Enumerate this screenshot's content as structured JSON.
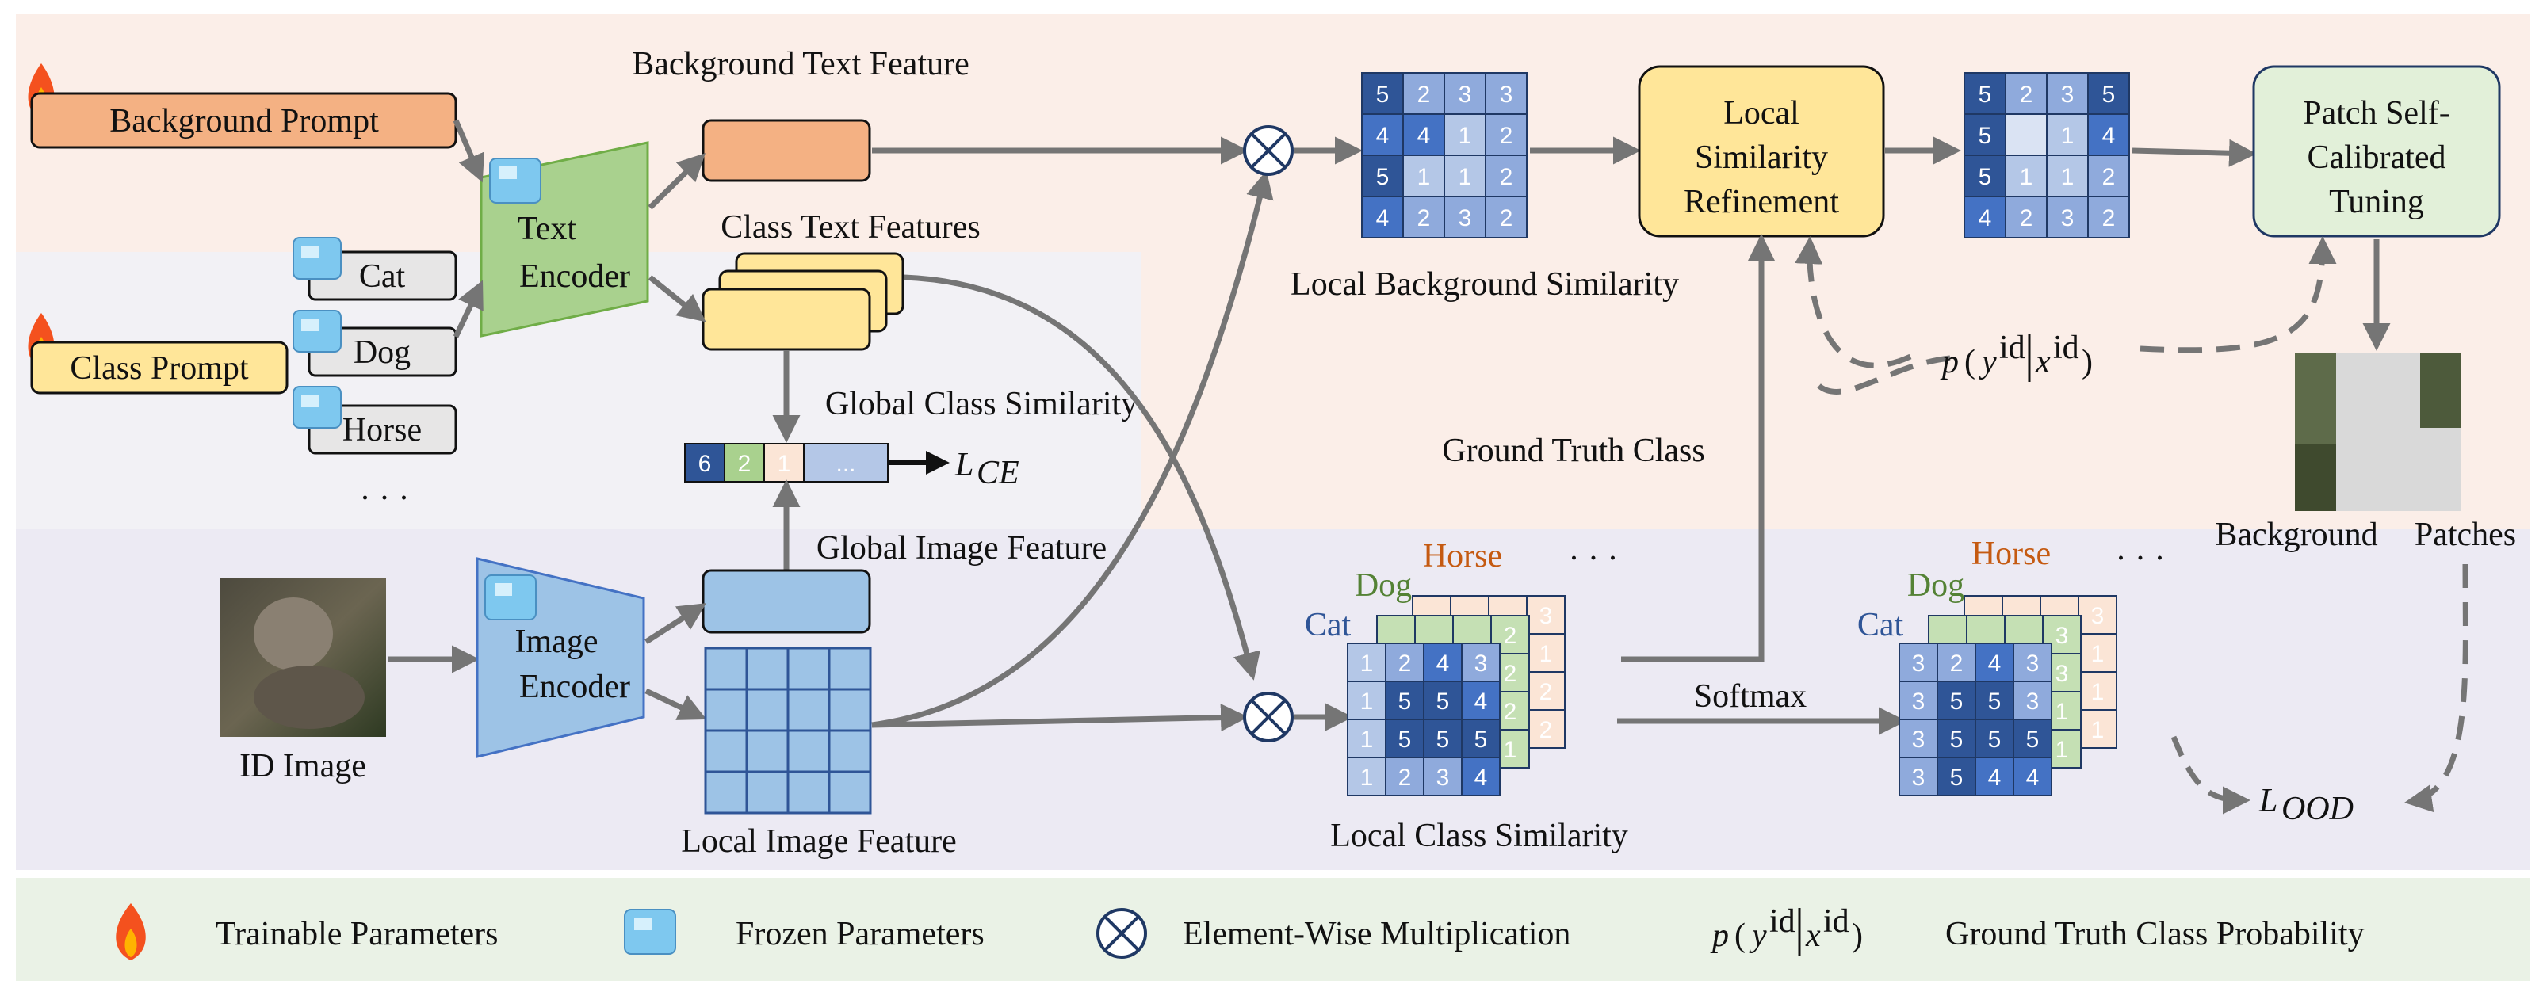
{
  "labels": {
    "background_text_feature": "Background Text Feature",
    "background_prompt": "Background Prompt",
    "class_prompt": "Class Prompt",
    "cat": "Cat",
    "dog": "Dog",
    "horse": "Horse",
    "ellipsis": "...",
    "text_encoder": [
      "Text",
      "Encoder"
    ],
    "class_text_features": "Class Text Features",
    "global_class_similarity": "Global Class Similarity",
    "global_image_feature": "Global Image Feature",
    "image_encoder": [
      "Image",
      "Encoder"
    ],
    "id_image": "ID  Image",
    "local_image_feature": "Local Image Feature",
    "local_background_similarity": "Local Background Similarity",
    "local_similarity_refinement": [
      "Local",
      "Similarity",
      "Refinement"
    ],
    "patch_self_calibrated_tuning": [
      "Patch Self-",
      "Calibrated",
      "Tuning"
    ],
    "ground_truth_class": "Ground Truth Class",
    "background": "Background",
    "patches": "Patches",
    "softmax": "Softmax",
    "local_class_similarity": "Local Class Similarity",
    "loss_ce": "L",
    "loss_ce_sub": "CE",
    "loss_ood": "L",
    "loss_ood_sub": "OOD",
    "prob_p": "p",
    "prob_y": "y",
    "prob_x": "x",
    "prob_id": "id"
  },
  "global_sim_bar": [
    "6",
    "2",
    "1",
    "..."
  ],
  "bg_similarity_matrix": [
    [
      "5",
      "2",
      "3",
      "3"
    ],
    [
      "4",
      "4",
      "1",
      "2"
    ],
    [
      "5",
      "1",
      "1",
      "2"
    ],
    [
      "4",
      "2",
      "3",
      "2"
    ]
  ],
  "refined_bg_matrix": [
    [
      "5",
      "2",
      "3",
      "5"
    ],
    [
      "5",
      "",
      "1",
      "4"
    ],
    [
      "5",
      "1",
      "1",
      "2"
    ],
    [
      "4",
      "2",
      "3",
      "2"
    ]
  ],
  "local_class_front": [
    [
      "1",
      "2",
      "4",
      "3"
    ],
    [
      "1",
      "5",
      "5",
      "4"
    ],
    [
      "1",
      "5",
      "5",
      "5"
    ],
    [
      "1",
      "2",
      "3",
      "4"
    ]
  ],
  "softmax_front": [
    [
      "3",
      "2",
      "4",
      "3"
    ],
    [
      "3",
      "5",
      "5",
      "3"
    ],
    [
      "3",
      "5",
      "5",
      "5"
    ],
    [
      "3",
      "5",
      "4",
      "4"
    ]
  ],
  "dog_col": [
    "2",
    "2",
    "2",
    "1"
  ],
  "horse_col": [
    "3",
    "1",
    "2",
    "2"
  ],
  "horse_col_softmax": [
    "3",
    "1",
    "1",
    "1"
  ],
  "dog_col_softmax": [
    "3",
    "3",
    "1",
    "1"
  ],
  "legend": {
    "trainable": "Trainable Parameters",
    "frozen": "Frozen Parameters",
    "elementwise": "Element-Wise Multiplication",
    "gt_prob": "Ground Truth Class Probability"
  },
  "colors": {
    "top_panel": "#fbeee8",
    "middle_panel": "#f2f1f5",
    "bottom_panel": "#eceaf3",
    "legend_panel": "#eaf2e6",
    "orange": "#f4b183",
    "yellow": "#ffe699",
    "green": "#a9d18e",
    "blue": "#9dc3e6",
    "dark_blue": "#2f5597",
    "light_blue": "#b4c7e7",
    "arrow": "#757575"
  }
}
